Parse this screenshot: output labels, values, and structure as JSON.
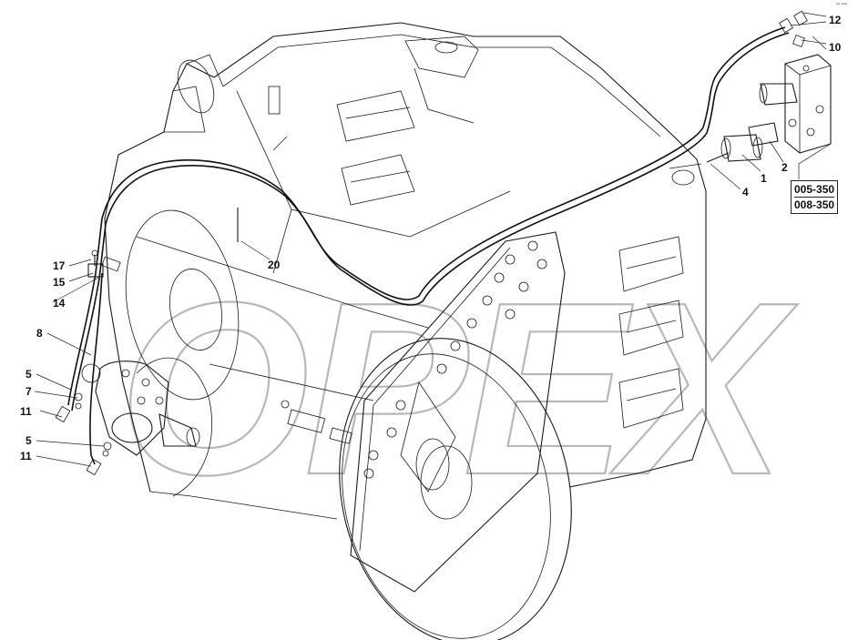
{
  "corner_code": "▪▪ ▪▪▪",
  "watermark": "OPEX",
  "reference_box": [
    "005-350",
    "008-350"
  ],
  "callouts": [
    {
      "id": "c12",
      "label": "12"
    },
    {
      "id": "c10",
      "label": "10"
    },
    {
      "id": "c1",
      "label": "1"
    },
    {
      "id": "c2",
      "label": "2"
    },
    {
      "id": "c4",
      "label": "4"
    },
    {
      "id": "c20",
      "label": "20"
    },
    {
      "id": "c17",
      "label": "17"
    },
    {
      "id": "c15",
      "label": "15"
    },
    {
      "id": "c14",
      "label": "14"
    },
    {
      "id": "c8",
      "label": "8"
    },
    {
      "id": "c5a",
      "label": "5"
    },
    {
      "id": "c7",
      "label": "7"
    },
    {
      "id": "c11a",
      "label": "11"
    },
    {
      "id": "c5b",
      "label": "5"
    },
    {
      "id": "c11b",
      "label": "11"
    }
  ]
}
